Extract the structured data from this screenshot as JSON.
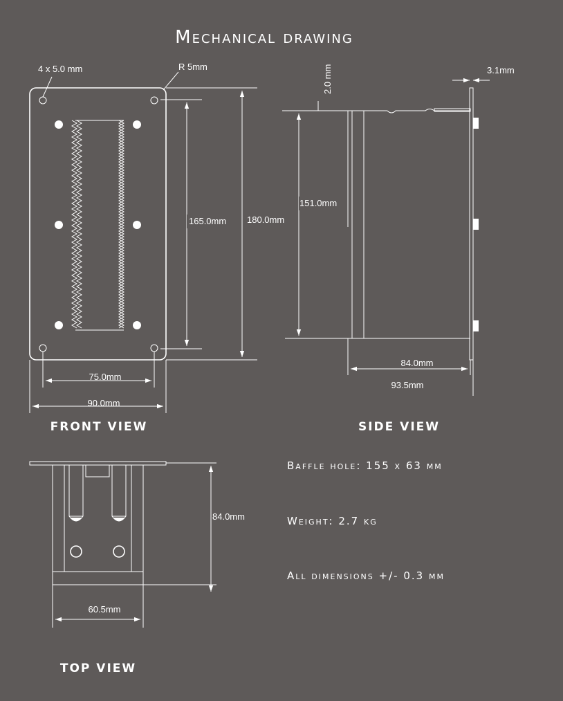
{
  "title": "Mechanical drawing",
  "front_view": {
    "label": "FRONT VIEW",
    "holes": "4 x  5.0 mm",
    "radius": "R 5mm",
    "dim_165": "165.0mm",
    "dim_180": "180.0mm",
    "dim_75": "75.0mm",
    "dim_90": "90.0mm"
  },
  "side_view": {
    "label": "SIDE VIEW",
    "dim_2": "2.0 mm",
    "dim_3_1": "3.1mm",
    "dim_151": "151.0mm",
    "dim_84": "84.0mm",
    "dim_93_5": "93.5mm"
  },
  "top_view": {
    "label": "TOP VIEW",
    "dim_84": "84.0mm",
    "dim_60_5": "60.5mm"
  },
  "specs": {
    "baffle": "Baffle hole:  155 x 63 mm",
    "weight": "Weight:  2.7 kg",
    "tolerance": "All dimensions  +/- 0.3 mm"
  },
  "colors": {
    "background": "#5e5a59",
    "lines": "#ffffff"
  }
}
